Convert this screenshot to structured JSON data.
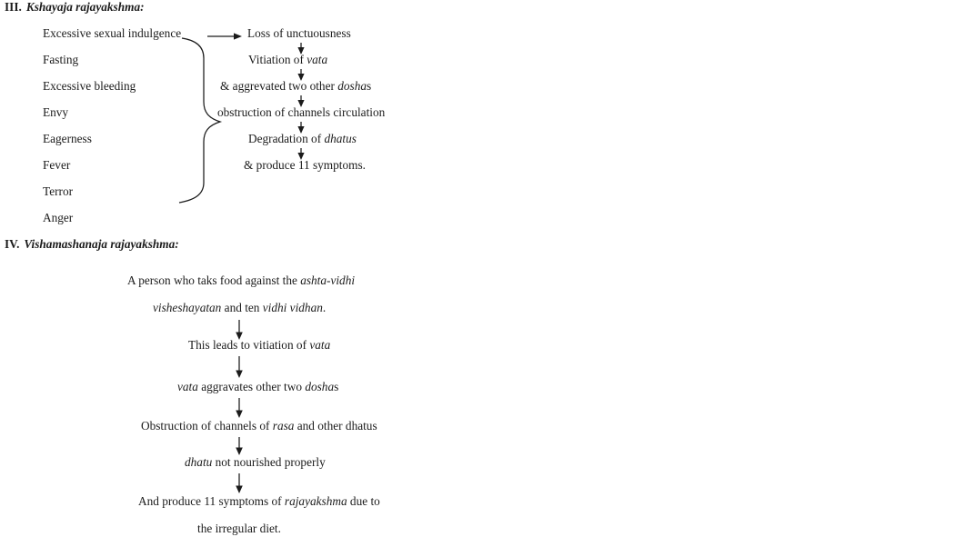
{
  "page": {
    "background": "#ffffff",
    "text_color": "#1b1b1b"
  },
  "section3": {
    "heading": {
      "numeral": "III.",
      "title": "Kshayaja rajayakshma:"
    },
    "causes": [
      "Excessive sexual indulgence",
      "Fasting",
      "Excessive bleeding",
      "Envy",
      "Eagerness",
      "Fever",
      "Terror",
      "Anger"
    ],
    "flow": [
      {
        "segs": [
          {
            "t": "Loss of unctuousness",
            "i": false
          }
        ]
      },
      {
        "segs": [
          {
            "t": "Vitiation of ",
            "i": false
          },
          {
            "t": "vata",
            "i": true
          }
        ]
      },
      {
        "segs": [
          {
            "t": "& aggrevated two other ",
            "i": false
          },
          {
            "t": "dosha",
            "i": true
          },
          {
            "t": "s",
            "i": false
          }
        ]
      },
      {
        "segs": [
          {
            "t": "obstruction of channels circulation",
            "i": false
          }
        ]
      },
      {
        "segs": [
          {
            "t": "Degradation of ",
            "i": false
          },
          {
            "t": "dhatus",
            "i": true
          }
        ]
      },
      {
        "segs": [
          {
            "t": "& produce 11 symptoms.",
            "i": false
          }
        ]
      }
    ]
  },
  "section4": {
    "heading": {
      "numeral": "IV.",
      "title": "Vishamashanaja rajayakshma:"
    },
    "flow": [
      {
        "segs": [
          {
            "t": "A person who taks food against the ",
            "i": false
          },
          {
            "t": "ashta-vidhi",
            "i": true
          }
        ]
      },
      {
        "segs": [
          {
            "t": "visheshayatan",
            "i": true
          },
          {
            "t": " and ten ",
            "i": false
          },
          {
            "t": "vidhi vidhan",
            "i": true
          },
          {
            "t": ".",
            "i": false
          }
        ]
      },
      {
        "segs": [
          {
            "t": "This leads to vitiation of ",
            "i": false
          },
          {
            "t": "vata",
            "i": true
          }
        ]
      },
      {
        "segs": [
          {
            "t": "vata",
            "i": true
          },
          {
            "t": " aggravates other two ",
            "i": false
          },
          {
            "t": "dosha",
            "i": true
          },
          {
            "t": "s",
            "i": false
          }
        ]
      },
      {
        "segs": [
          {
            "t": "Obstruction of channels of ",
            "i": false
          },
          {
            "t": "rasa",
            "i": true
          },
          {
            "t": " and other dhatus",
            "i": false
          }
        ]
      },
      {
        "segs": [
          {
            "t": "dhatu",
            "i": true
          },
          {
            "t": " not nourished properly",
            "i": false
          }
        ]
      },
      {
        "segs": [
          {
            "t": "And produce 11 symptoms of ",
            "i": false
          },
          {
            "t": "rajayakshma",
            "i": true
          },
          {
            "t": " due to",
            "i": false
          }
        ]
      },
      {
        "segs": [
          {
            "t": "the irregular diet.",
            "i": false
          }
        ]
      }
    ]
  }
}
